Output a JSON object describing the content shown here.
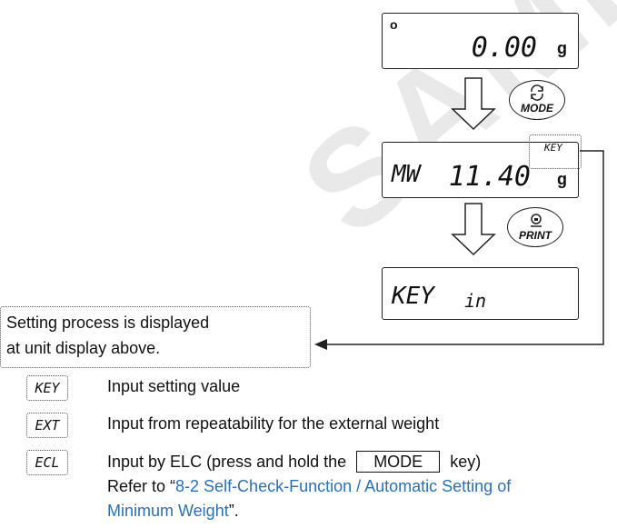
{
  "display1": {
    "indicator": "o",
    "value": "0.00",
    "unit": "g"
  },
  "mode_button": {
    "label": "MODE"
  },
  "display2": {
    "mode": "MW",
    "value": "11.40",
    "badge": "KEY",
    "unit": "g"
  },
  "print_button": {
    "label": "PRINT"
  },
  "display3": {
    "text": "KEY",
    "suffix": "in"
  },
  "note_box": {
    "line1": "Setting process is displayed",
    "line2": "at unit display above."
  },
  "legend": [
    {
      "icon": "KEY",
      "text": "Input setting value"
    },
    {
      "icon": "EXT",
      "text": "Input from repeatability for the external weight"
    },
    {
      "icon": "ECL",
      "text_before": "Input by ELC (press and hold the",
      "key": "MODE",
      "text_after": "key)"
    }
  ],
  "reference": {
    "prefix": "Refer to “",
    "link_line1": "8-2 Self-Check-Function / Automatic Setting of",
    "link_line2": "Minimum Weight",
    "suffix": "”."
  },
  "watermark": "SAMPLE"
}
